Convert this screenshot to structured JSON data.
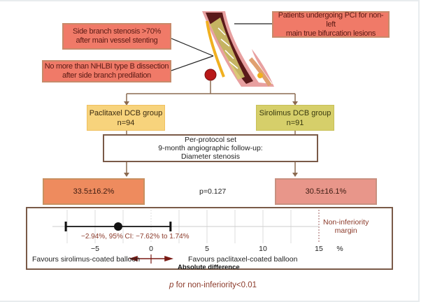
{
  "boxes": {
    "side_branch_stenosis": "Side branch stenosis >70%\nafter main vessel stenting",
    "dissection": "No more than NHLBI type B dissection\nafter side branch predilation",
    "patients": "Patients undergoing PCI for non-left\nmain true bifurcation lesions",
    "paclitaxel_group": {
      "name": "Paclitaxel DCB group",
      "n": "n=94"
    },
    "sirolimus_group": {
      "name": "Sirolimus DCB group",
      "n": "n=91"
    },
    "per_protocol": {
      "line1": "Per-protocol set",
      "line2": "9-month angiographic follow-up:",
      "line3": "Diameter stenosis"
    },
    "paclitaxel_result": "33.5±16.2%",
    "sirolimus_result": "30.5±16.1%",
    "p_value": "p=0.127"
  },
  "colors": {
    "red_box": "#f07a68",
    "paclitaxel": "#f7d37c",
    "sirolimus": "#d6cf6a",
    "result_paclitaxel": "#ee8b5e",
    "result_sirolimus": "#e8968a",
    "accent_text": "#8b3a2a",
    "connector": "#8b6a50"
  },
  "chart_data": {
    "type": "forest",
    "title": "",
    "xlabel": "Absolute difference",
    "x_unit": "%",
    "xlim": [
      -9,
      16
    ],
    "ticks": [
      -5,
      0,
      5,
      10,
      15
    ],
    "tick_labels": [
      "−5",
      "0",
      "5",
      "10",
      "15"
    ],
    "grid": true,
    "point": {
      "estimate": -2.94,
      "ci_low": -7.62,
      "ci_high": 1.74
    },
    "point_label": "−2.94%, 95% CI: −7.62% to 1.74%",
    "reference_line": 0,
    "margin": {
      "value": 15,
      "label": "Non-inferiority\nmargin"
    },
    "favours_left": "Favours sirolimus-coated balloon",
    "favours_right": "Favours paclitaxel-coated balloon",
    "footnote_italic": "p",
    "footnote": " for non-inferiority<0.01"
  }
}
